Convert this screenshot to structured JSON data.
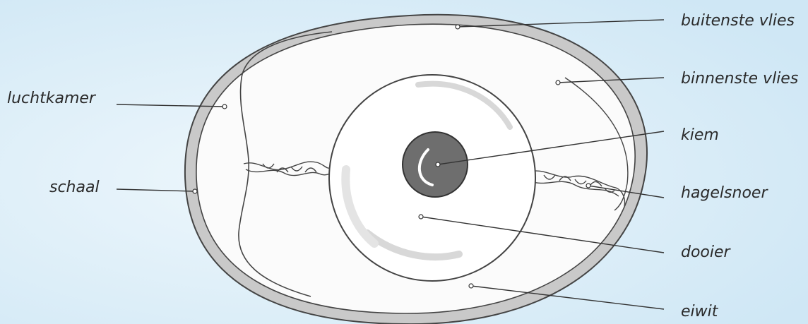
{
  "labels": {
    "buitenste_vlies": "buitenste vlies",
    "binnenste_vlies": "binnenste vlies",
    "luchtkamer": "luchtkamer",
    "kiem": "kiem",
    "schaal": "schaal",
    "hagelsnoer": "hagelsnoer",
    "dooier": "dooier",
    "eiwit": "eiwit"
  },
  "colors": {
    "background": "#d6ecf7",
    "shell": "#c9c9c9",
    "egg_white": "#fbfbfb",
    "kiem": "#6e6e6e"
  }
}
